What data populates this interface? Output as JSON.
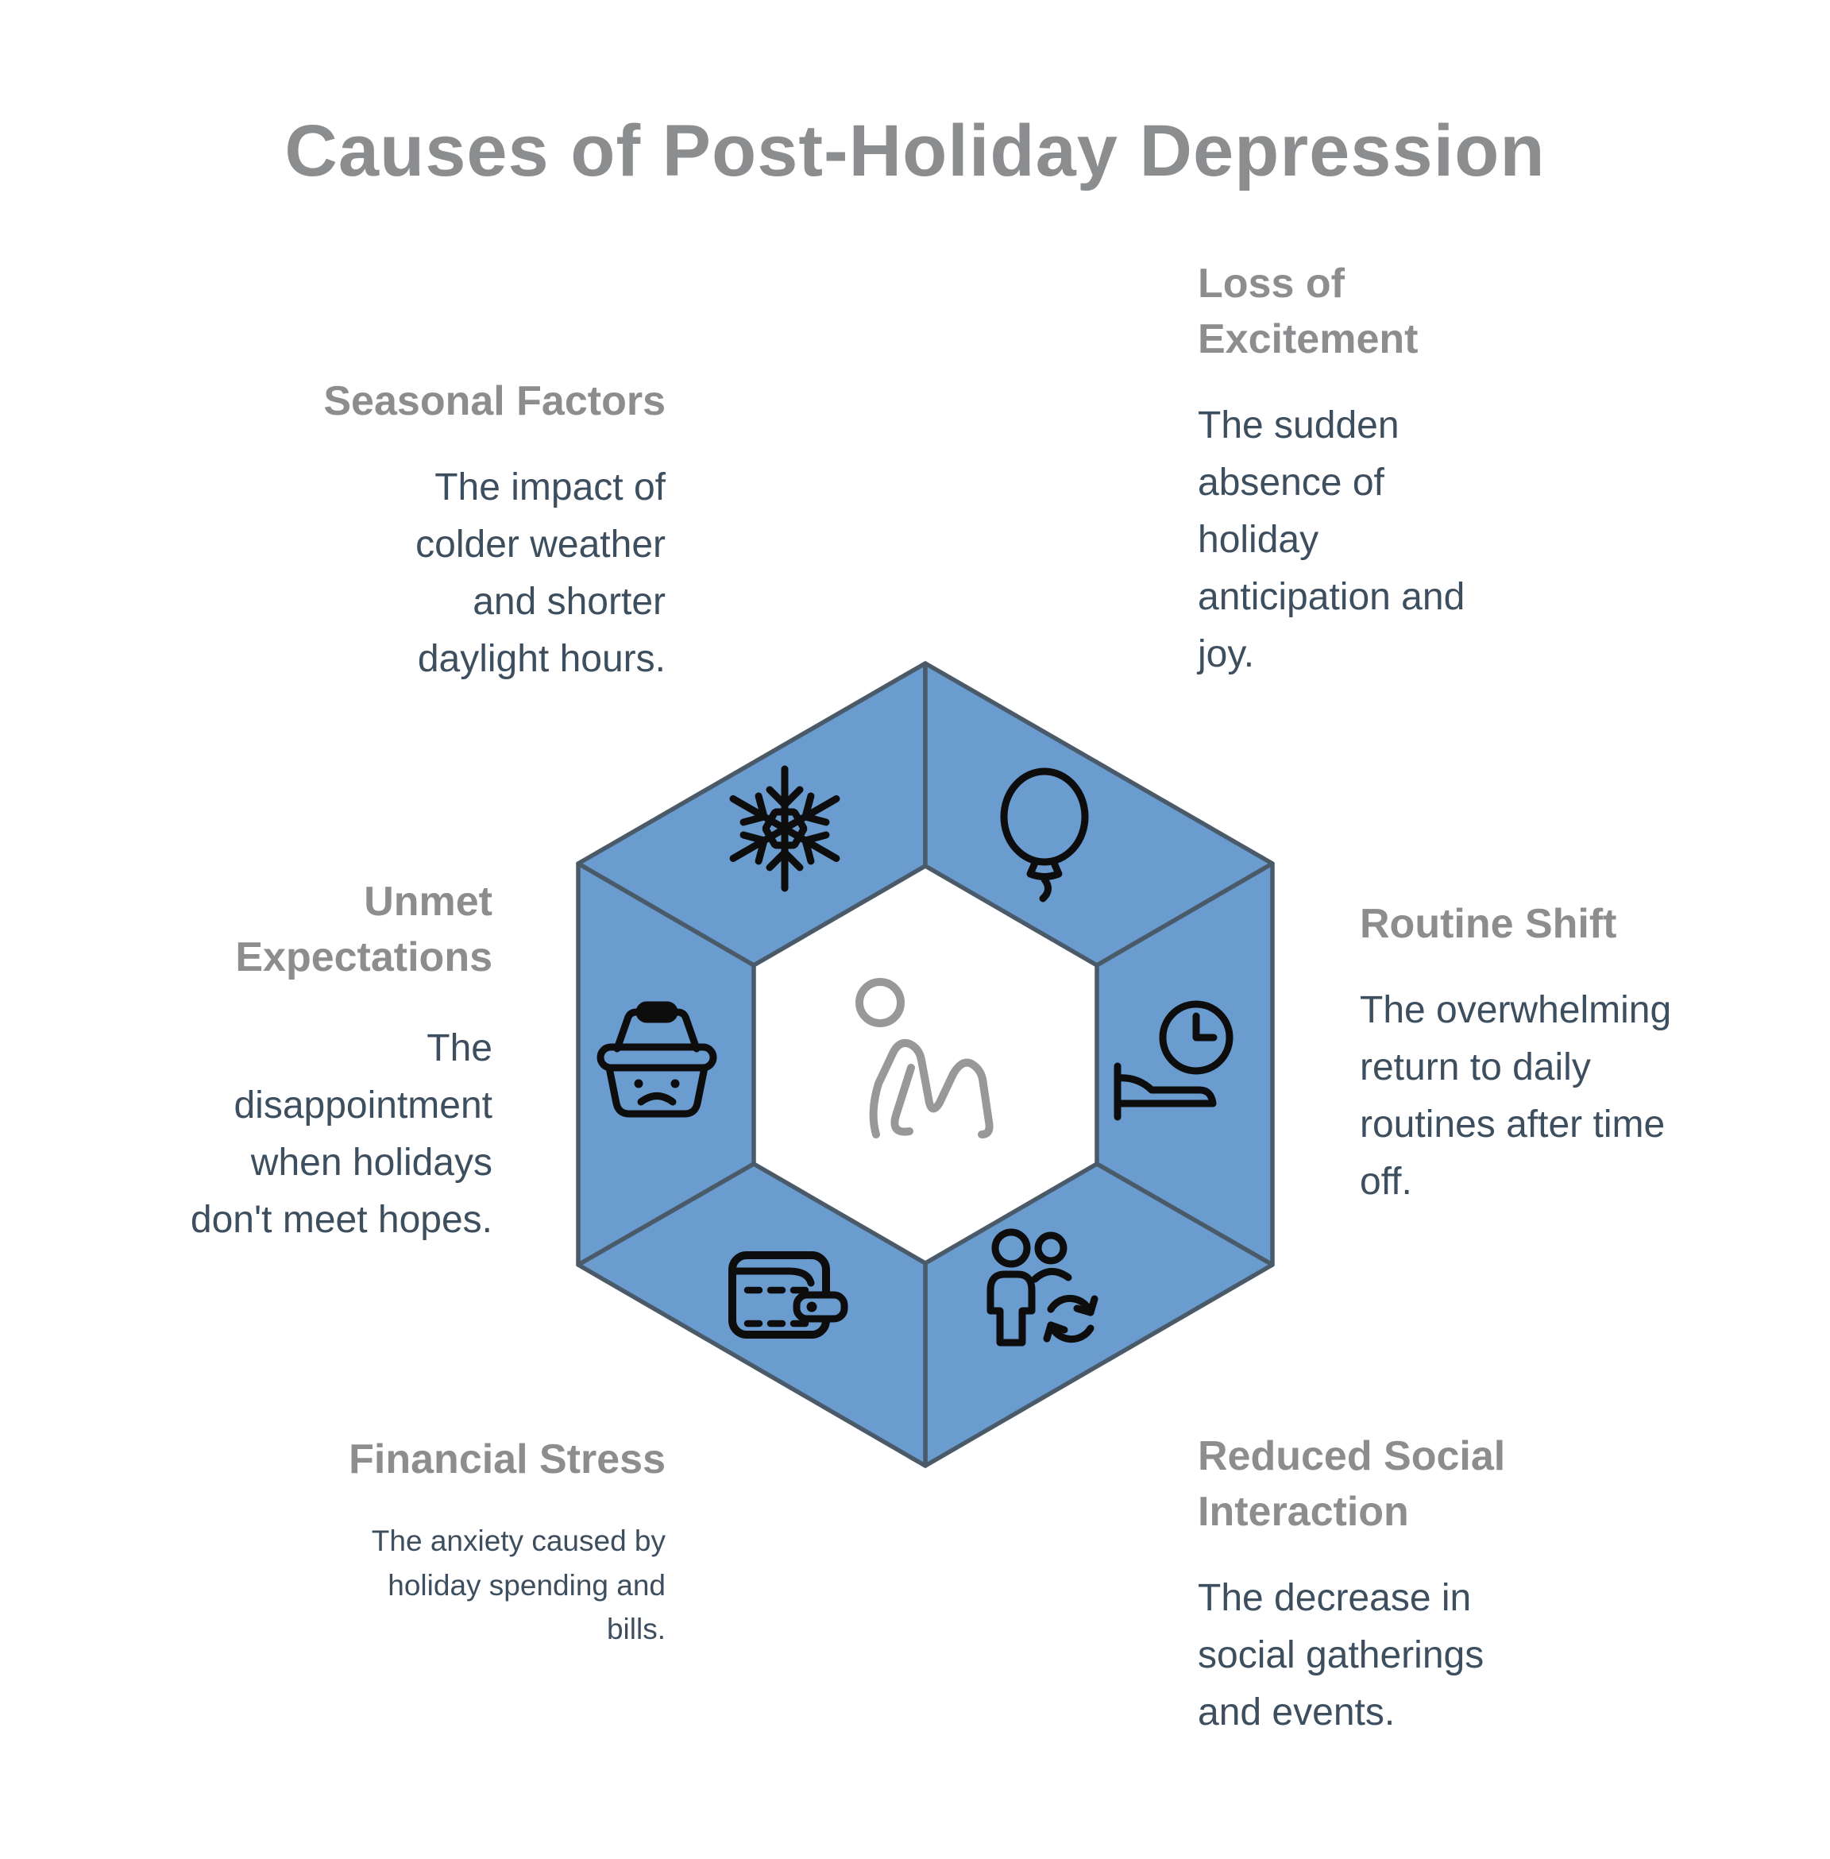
{
  "title": "Causes of Post-Holiday Depression",
  "colors": {
    "background": "#ffffff",
    "segment_blue": "#6b9ccf",
    "outline": "#4a5a68",
    "heading_gray": "#8b8d8f",
    "body_text": "#3d4e5e",
    "icon_black": "#0d0d0d",
    "person_gray": "#989898"
  },
  "center_icon": "person-sitting-icon",
  "sections": [
    {
      "id": "seasonal-factors",
      "title": "Seasonal Factors",
      "body": "The impact of\ncolder weather\nand shorter\ndaylight hours.",
      "icon": "snowflake-icon",
      "position": "top-left"
    },
    {
      "id": "loss-of-excitement",
      "title": "Loss of\nExcitement",
      "body": "The sudden\nabsence of\nholiday\nanticipation and\njoy.",
      "icon": "balloon-icon",
      "position": "top-right"
    },
    {
      "id": "routine-shift",
      "title": "Routine Shift",
      "body": "The overwhelming\nreturn to daily\nroutines after time\noff.",
      "icon": "bed-clock-icon",
      "position": "right"
    },
    {
      "id": "reduced-social-interaction",
      "title": "Reduced Social\nInteraction",
      "body": "The decrease in\nsocial gatherings\nand events.",
      "icon": "people-sync-icon",
      "position": "bottom-right"
    },
    {
      "id": "financial-stress",
      "title": "Financial Stress",
      "body": "The anxiety caused by\nholiday spending and\nbills.",
      "icon": "wallet-icon",
      "position": "bottom-left"
    },
    {
      "id": "unmet-expectations",
      "title": "Unmet\nExpectations",
      "body": "The\ndisappointment\nwhen holidays\ndon't meet hopes.",
      "icon": "sad-basket-icon",
      "position": "left"
    }
  ]
}
